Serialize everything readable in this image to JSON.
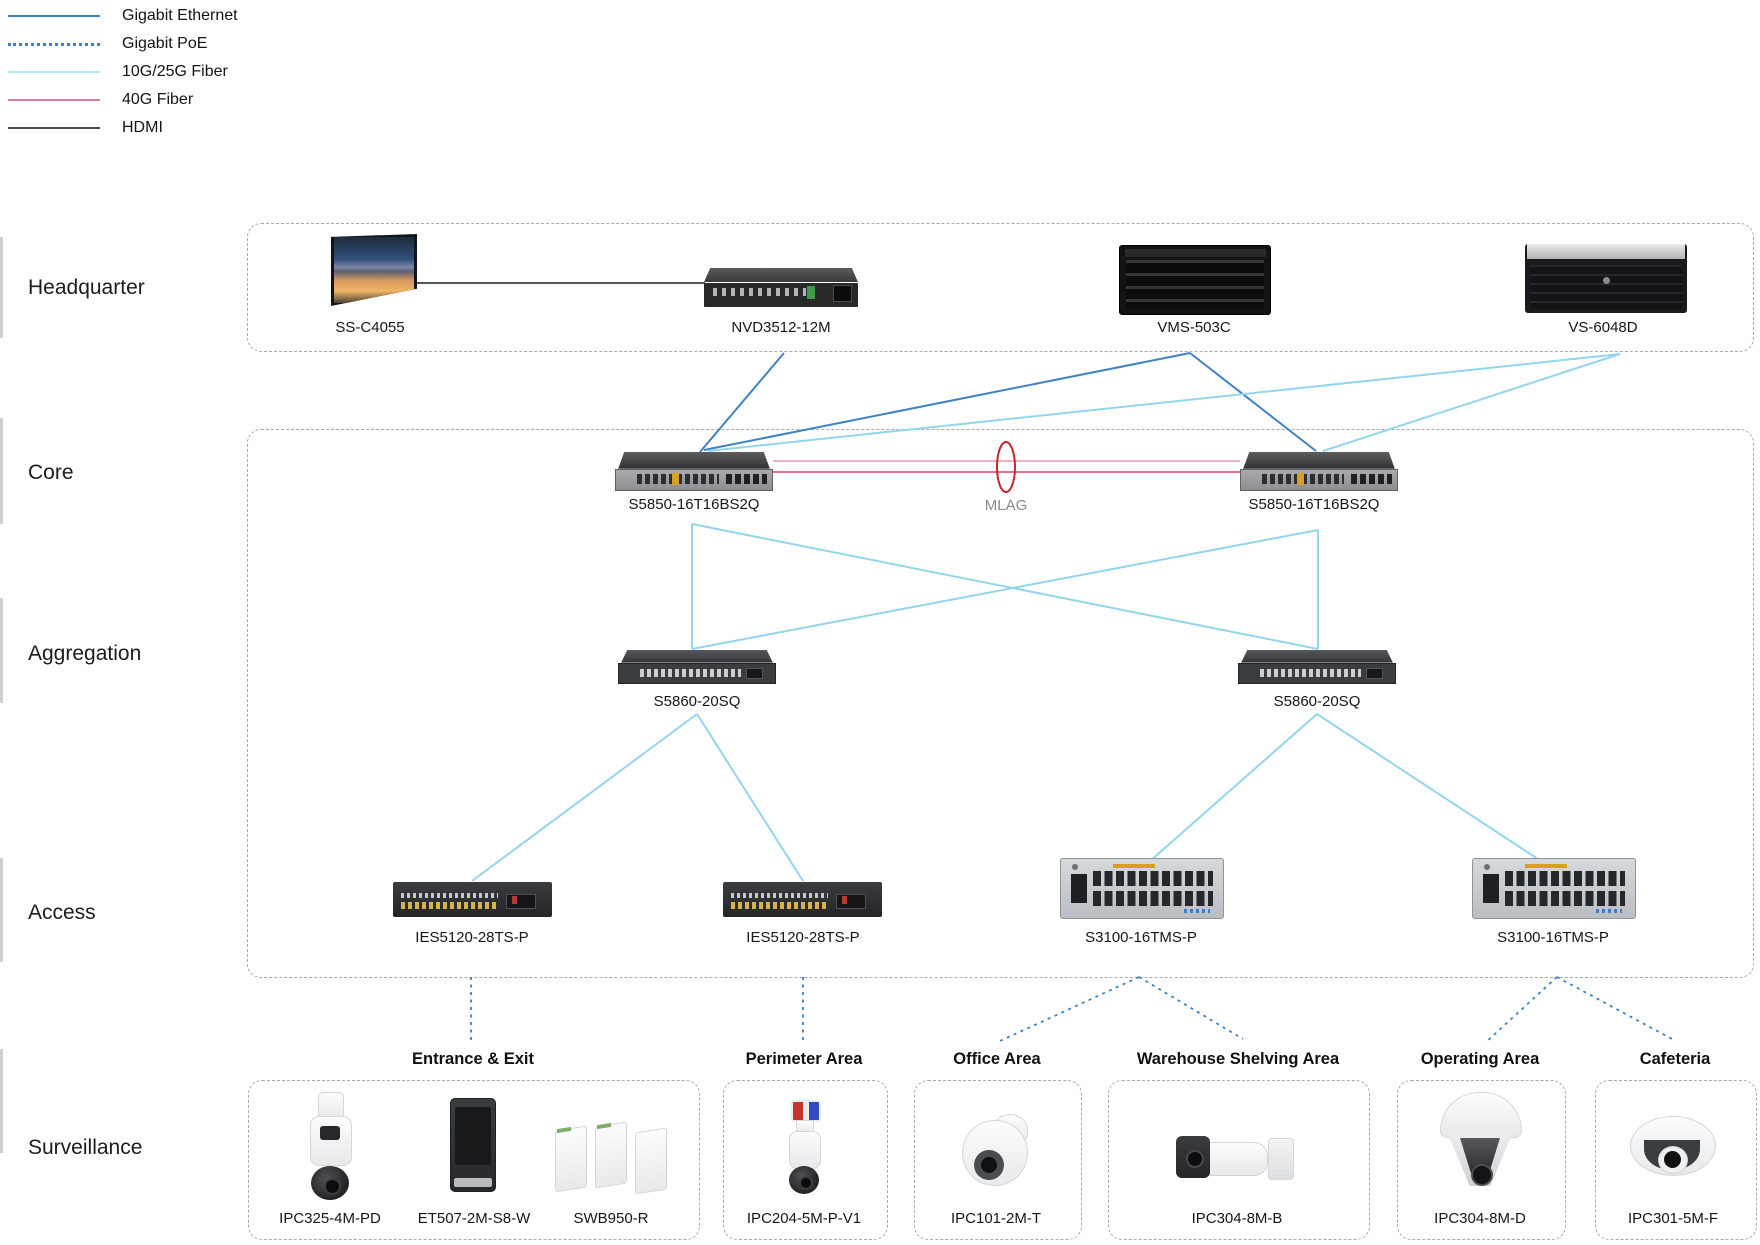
{
  "legend": {
    "items": [
      {
        "id": "gigabit-ethernet",
        "label": "Gigabit Ethernet"
      },
      {
        "id": "gigabit-poe",
        "label": "Gigabit PoE"
      },
      {
        "id": "fiber-10g-25g",
        "label": "10G/25G Fiber"
      },
      {
        "id": "fiber-40g",
        "label": "40G Fiber"
      },
      {
        "id": "hdmi",
        "label": "HDMI"
      }
    ]
  },
  "rows": {
    "headquarter": "Headquarter",
    "core": "Core",
    "aggregation": "Aggregation",
    "access": "Access",
    "surveillance": "Surveillance"
  },
  "headquarter": {
    "devices": [
      {
        "model": "SS-C4055"
      },
      {
        "model": "NVD3512-12M"
      },
      {
        "model": "VMS-503C"
      },
      {
        "model": "VS-6048D"
      }
    ]
  },
  "core": {
    "mlag_label": "MLAG",
    "switches": [
      {
        "model": "S5850-16T16BS2Q"
      },
      {
        "model": "S5850-16T16BS2Q"
      }
    ]
  },
  "aggregation": {
    "switches": [
      {
        "model": "S5860-20SQ"
      },
      {
        "model": "S5860-20SQ"
      }
    ]
  },
  "access": {
    "switches": [
      {
        "model": "IES5120-28TS-P"
      },
      {
        "model": "IES5120-28TS-P"
      },
      {
        "model": "S3100-16TMS-P"
      },
      {
        "model": "S3100-16TMS-P"
      }
    ]
  },
  "surveillance": {
    "areas": [
      {
        "title": "Entrance & Exit",
        "devices": [
          {
            "model": "IPC325-4M-PD"
          },
          {
            "model": "ET507-2M-S8-W"
          },
          {
            "model": "SWB950-R"
          }
        ]
      },
      {
        "title": "Perimeter Area",
        "devices": [
          {
            "model": "IPC204-5M-P-V1"
          }
        ]
      },
      {
        "title": "Office Area",
        "devices": [
          {
            "model": "IPC101-2M-T"
          }
        ]
      },
      {
        "title": "Warehouse Shelving Area",
        "devices": [
          {
            "model": "IPC304-8M-B"
          }
        ]
      },
      {
        "title": "Operating Area",
        "devices": [
          {
            "model": "IPC304-8M-D"
          }
        ]
      },
      {
        "title": "Cafeteria",
        "devices": [
          {
            "model": "IPC301-5M-F"
          }
        ]
      }
    ]
  },
  "colors": {
    "gigabit_ethernet": "#3E82C3",
    "gigabit_poe": "#3E82C3",
    "fiber_10g_25g": "#93D5EE",
    "fiber_40g": "#E4708F",
    "fiber_40g_light": "#F2A8BC",
    "hdmi": "#55565A",
    "mlag_ring": "#C4242C"
  }
}
